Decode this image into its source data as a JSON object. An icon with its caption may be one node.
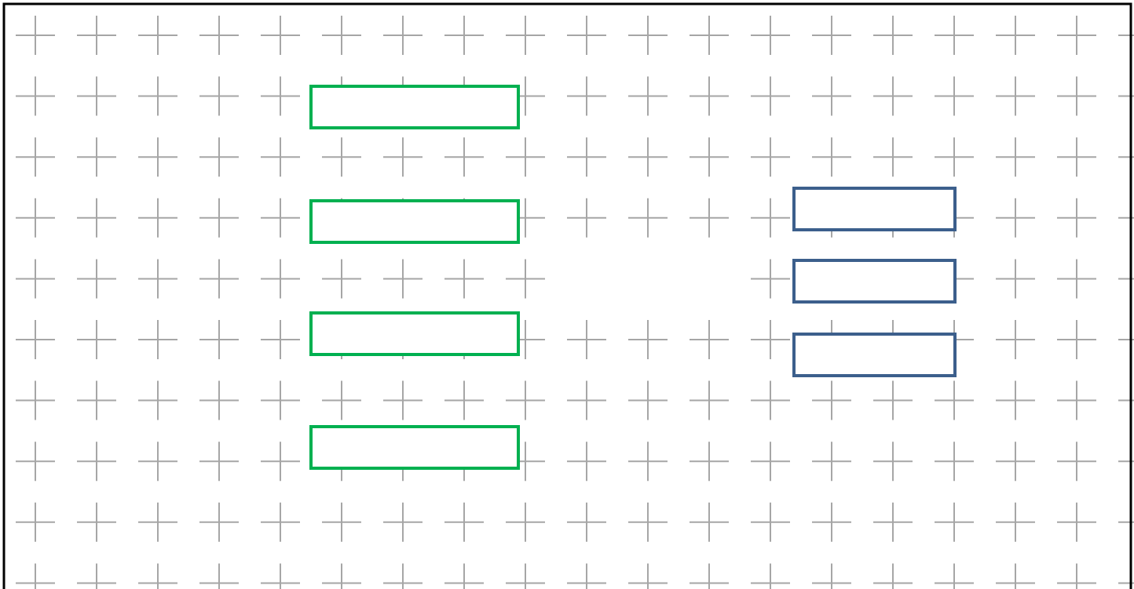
{
  "diagram": {
    "nodes": [
      {
        "text": [],
        "shape": "box"
      },
      {
        "text": [],
        "shape": "box"
      },
      {
        "text": [],
        "shape": "box"
      },
      {
        "text": [],
        "shape": "box"
      },
      {
        "text": [],
        "shape": "box"
      },
      {
        "text": [],
        "shape": "box"
      },
      {
        "text": [],
        "shape": "box"
      }
    ]
  }
}
